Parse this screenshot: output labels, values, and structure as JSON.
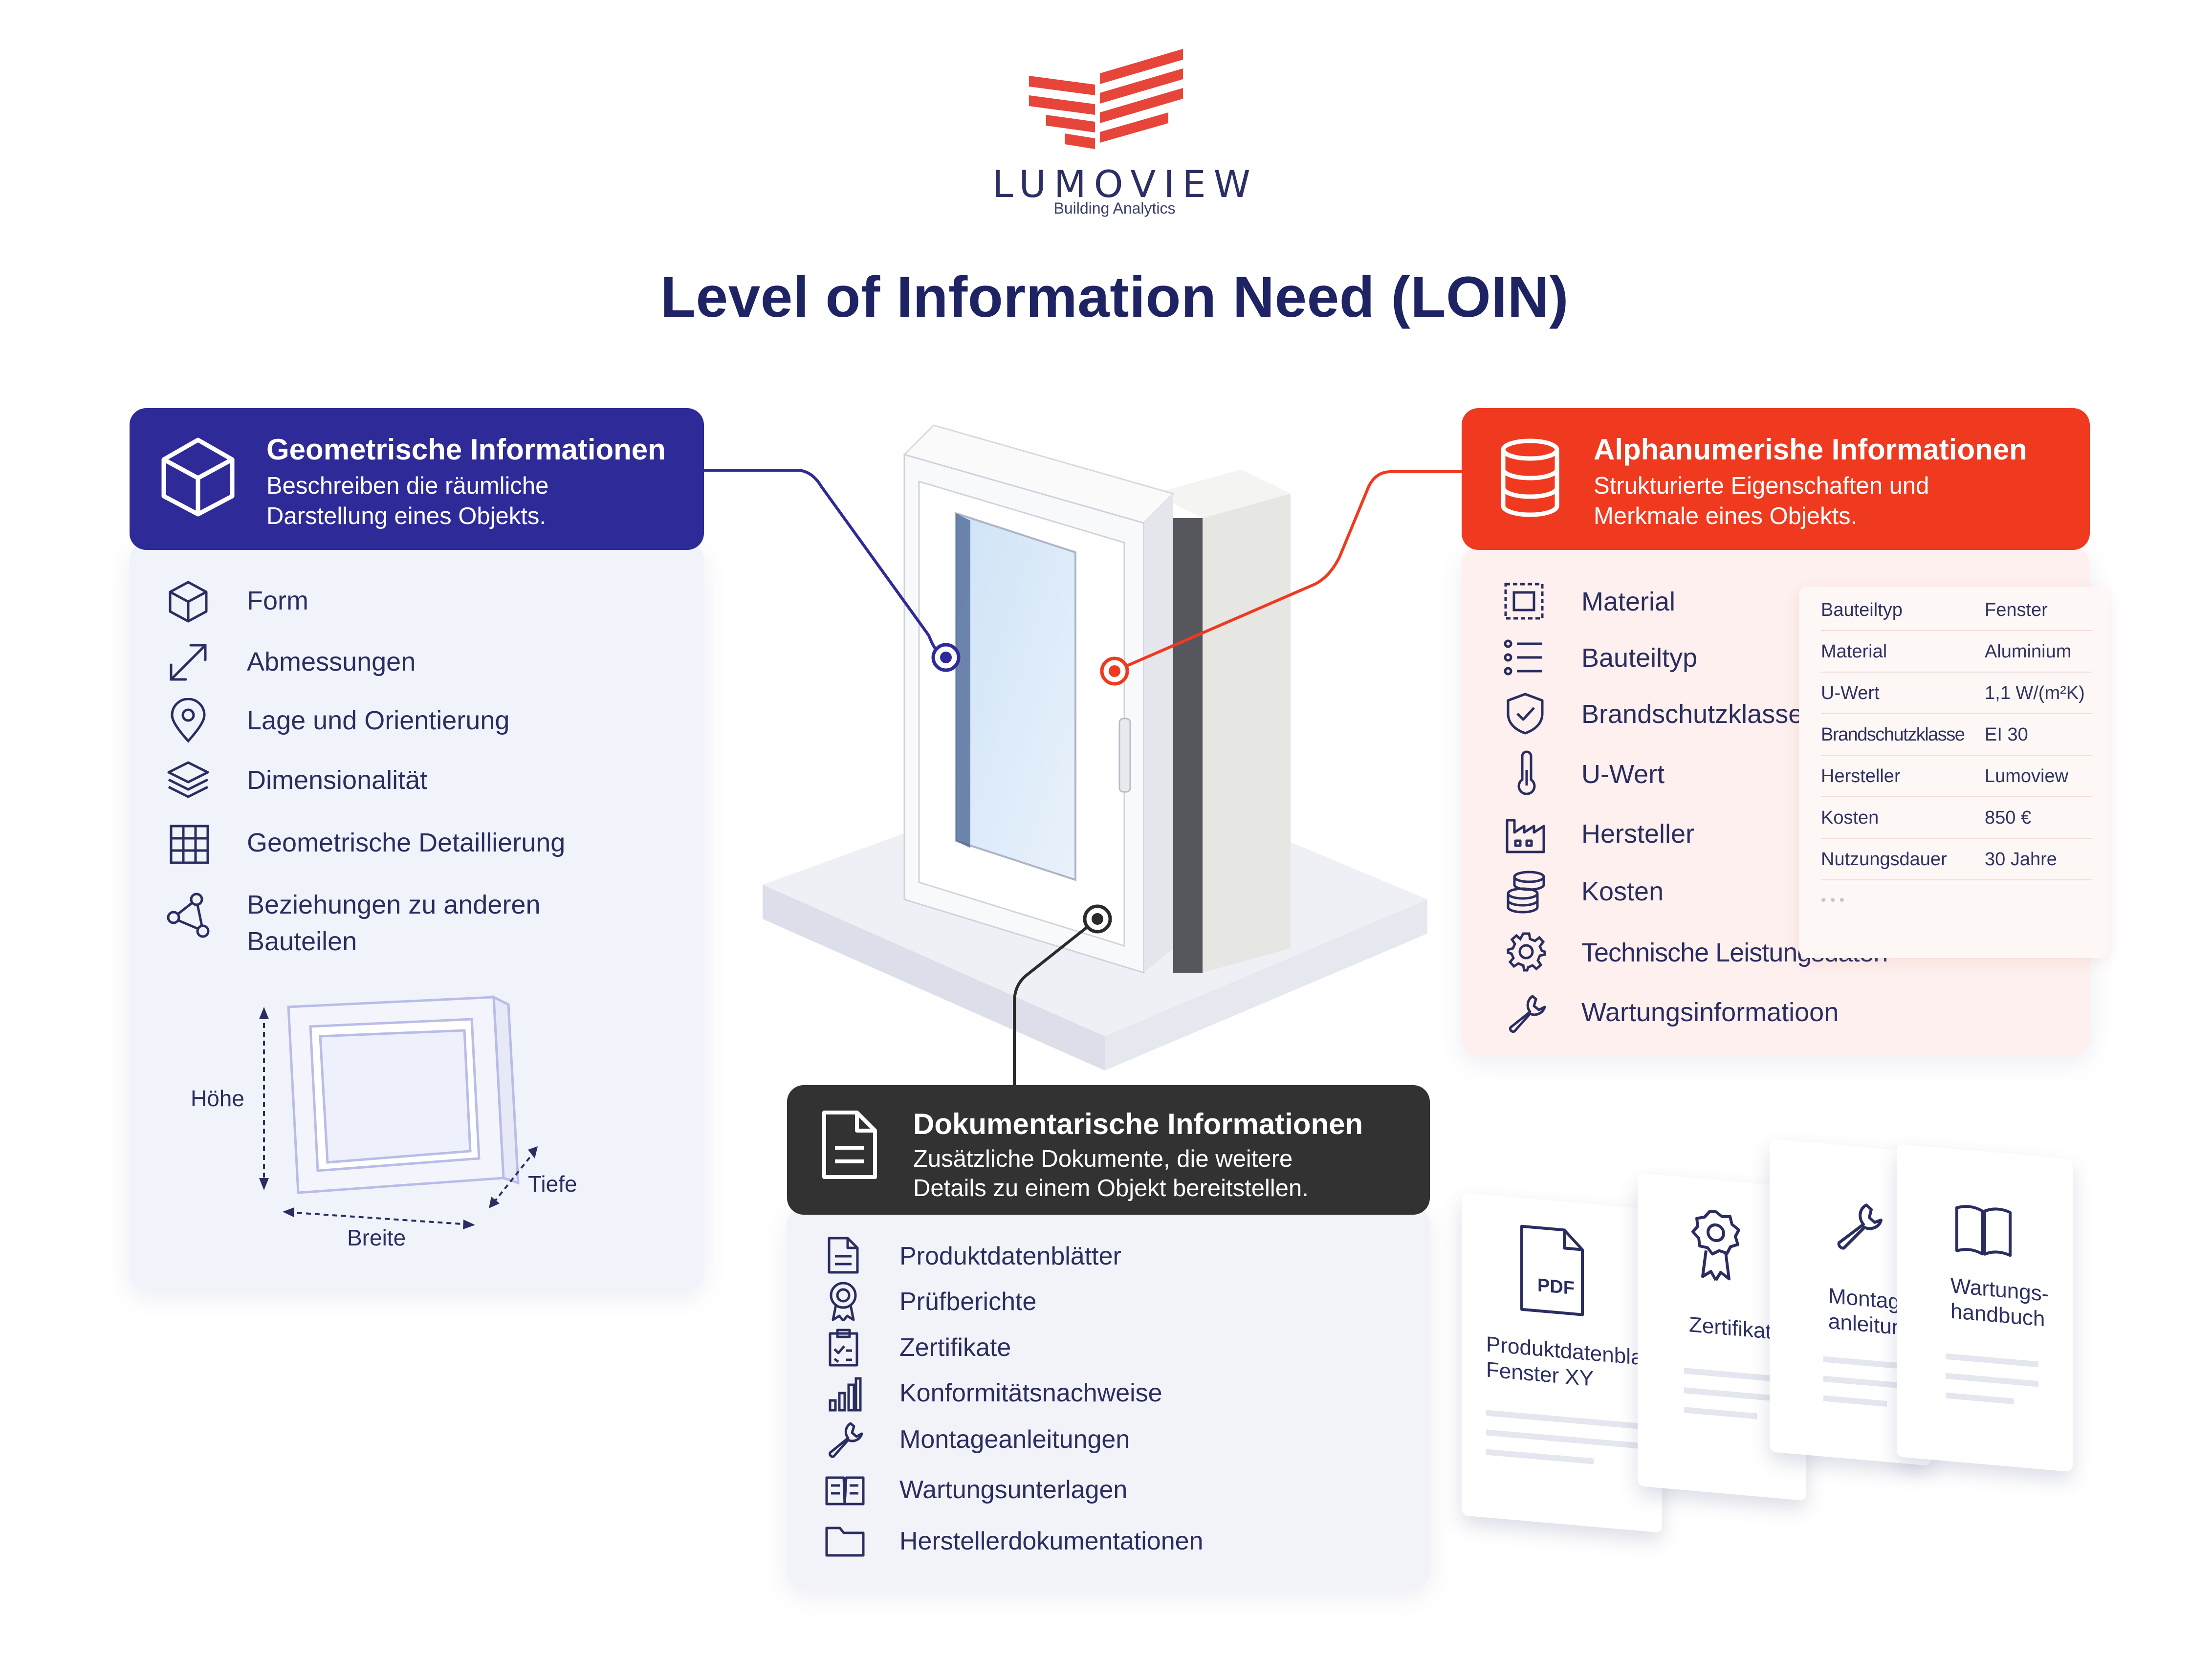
{
  "brand": {
    "name": "LUMOVIEW",
    "tagline": "Building Analytics",
    "logo_color": "#e8453a"
  },
  "title": "Level of Information Need (LOIN)",
  "colors": {
    "geometric": "#2e2a97",
    "alphanumeric": "#ef3a20",
    "documentary": "#323232",
    "text": "#1e2363"
  },
  "geometric": {
    "title": "Geometrische Informationen",
    "description_line1": "Beschreiben die räumliche",
    "description_line2": "Darstellung eines Objekts.",
    "icon": "cube-icon",
    "items": [
      {
        "label": "Form",
        "icon": "cube-icon"
      },
      {
        "label": "Abmessungen",
        "icon": "diagonal-arrow-icon"
      },
      {
        "label": "Lage und Orientierung",
        "icon": "location-pin-icon"
      },
      {
        "label": "Dimensionalität",
        "icon": "layers-icon"
      },
      {
        "label": "Geometrische Detaillierung",
        "icon": "grid-icon"
      },
      {
        "label_line1": "Beziehungen zu anderen",
        "label_line2": "Bauteilen",
        "icon": "network-icon"
      }
    ],
    "dimensions": {
      "height": "Höhe",
      "width": "Breite",
      "depth": "Tiefe"
    }
  },
  "alphanumeric": {
    "title": "Alphanumerishe Informationen",
    "description_line1": "Strukturierte Eigenschaften und",
    "description_line2": "Merkmale eines Objekts.",
    "icon": "database-icon",
    "items": [
      {
        "label": "Material",
        "icon": "material-icon"
      },
      {
        "label": "Bauteiltyp",
        "icon": "list-icon"
      },
      {
        "label": "Brandschutzklasse",
        "icon": "shield-icon"
      },
      {
        "label": "U-Wert",
        "icon": "thermometer-icon"
      },
      {
        "label": "Hersteller",
        "icon": "factory-icon"
      },
      {
        "label": "Kosten",
        "icon": "coins-icon"
      },
      {
        "label": "Technische Leistungsdaten",
        "icon": "gear-icon"
      },
      {
        "label": "Wartungsinformatioon",
        "icon": "wrench-icon"
      }
    ],
    "properties": [
      {
        "key": "Bauteiltyp",
        "value": "Fenster"
      },
      {
        "key": "Material",
        "value": "Aluminium"
      },
      {
        "key": "U-Wert",
        "value": "1,1 W/(m²K)"
      },
      {
        "key": "Brandschutzklasse",
        "value": "EI 30"
      },
      {
        "key": "Hersteller",
        "value": "Lumoview"
      },
      {
        "key": "Kosten",
        "value": "850 €"
      },
      {
        "key": "Nutzungsdauer",
        "value": "30 Jahre"
      }
    ],
    "more": "• • •"
  },
  "documentary": {
    "title": "Dokumentarische Informationen",
    "description_line1": "Zusätzliche Dokumente, die weitere",
    "description_line2": "Details zu einem Objekt bereitstellen.",
    "icon": "document-icon",
    "items": [
      {
        "label": "Produktdatenblätter",
        "icon": "datasheet-icon"
      },
      {
        "label": "Prüfberichte",
        "icon": "award-icon"
      },
      {
        "label": "Zertifikate",
        "icon": "checklist-icon"
      },
      {
        "label": "Konformitätsnachweise",
        "icon": "bar-chart-icon"
      },
      {
        "label": "Montageanleitungen",
        "icon": "wrench-icon"
      },
      {
        "label": "Wartungsunterlagen",
        "icon": "open-book-icon"
      },
      {
        "label": "Herstellerdokumentationen",
        "icon": "folder-icon"
      }
    ]
  },
  "cards": [
    {
      "badge": "PDF",
      "label_line1": "Produktdatenblatt",
      "label_line2": "Fenster XY",
      "icon": "pdf-file-icon"
    },
    {
      "label_line1": "Zertifikat",
      "label_line2": "",
      "icon": "certificate-icon"
    },
    {
      "label_line1": "Montage-",
      "label_line2": "anleitung",
      "icon": "wrench-icon"
    },
    {
      "label_line1": "Wartungs-",
      "label_line2": "handbuch",
      "icon": "book-icon"
    }
  ]
}
